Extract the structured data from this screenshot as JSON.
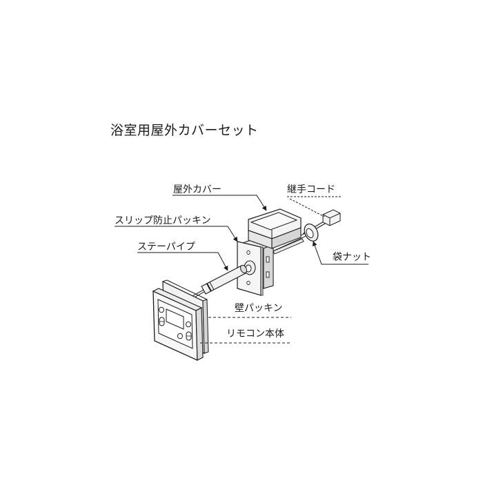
{
  "title": "浴室用屋外カバーセット",
  "parts": {
    "outdoor_cover": "屋外カバー",
    "joint_cord": "継手コード",
    "slip_prevention_packing": "スリップ防止パッキン",
    "stay_pipe": "ステーパイプ",
    "cap_nut": "袋ナット",
    "wall_packing": "壁パッキン",
    "remote_body": "リモコン本体"
  },
  "colors": {
    "line": "#1a1a1a",
    "fill_light": "#f2f2f2",
    "fill_mid": "#e4e4e4",
    "fill_dark": "#c8c8c8"
  }
}
